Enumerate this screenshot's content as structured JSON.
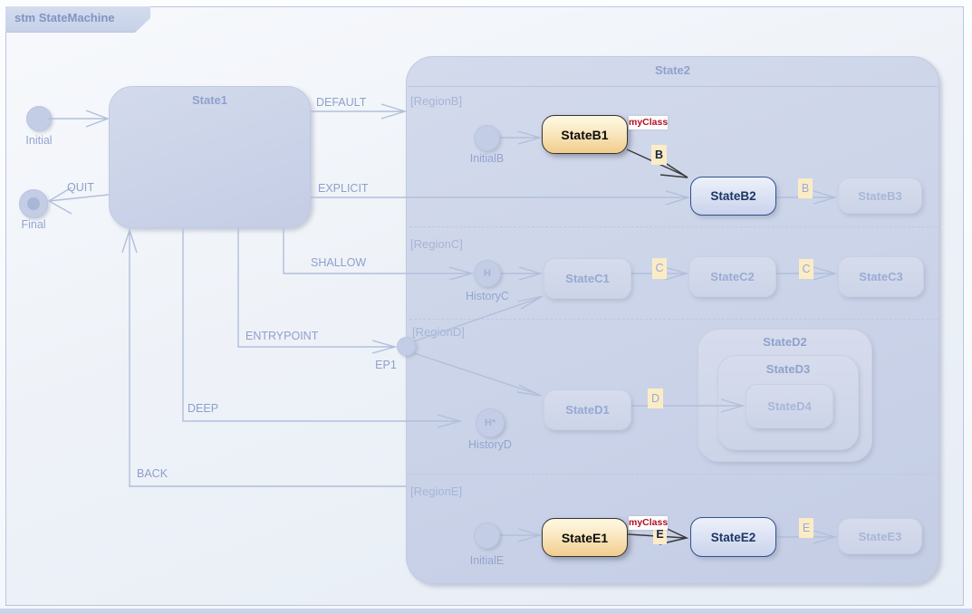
{
  "frame": {
    "title": "stm StateMachine"
  },
  "main": {
    "initial": "Initial",
    "final": "Final",
    "state1": "State1",
    "state2": "State2"
  },
  "transitions": {
    "default": "DEFAULT",
    "quit": "QUIT",
    "explicit": "EXPLICIT",
    "shallow": "SHALLOW",
    "entrypoint": "ENTRYPOINT",
    "deep": "DEEP",
    "back": "BACK"
  },
  "regionB": {
    "label": "[RegionB]",
    "initial": "InitialB",
    "stateB1": "StateB1",
    "stateB1_stereotype": "myClass",
    "trigger1": "B",
    "stateB2": "StateB2",
    "trigger2": "B",
    "stateB3": "StateB3"
  },
  "regionC": {
    "label": "[RegionC]",
    "history": "HistoryC",
    "historyGlyph": "H",
    "stateC1": "StateC1",
    "trigger1": "C",
    "stateC2": "StateC2",
    "trigger2": "C",
    "stateC3": "StateC3"
  },
  "regionD": {
    "label": "[RegionD]",
    "entryPoint": "EP1",
    "history": "HistoryD",
    "historyGlyph": "H*",
    "stateD1": "StateD1",
    "trigger1": "D",
    "stateD2": "StateD2",
    "stateD3": "StateD3",
    "stateD4": "StateD4"
  },
  "regionE": {
    "label": "[RegionE]",
    "initial": "InitialE",
    "stateE1": "StateE1",
    "stateE1_stereotype": "myClass",
    "trigger1": "E",
    "stateE2": "StateE2",
    "trigger2": "E",
    "stateE3": "StateE3"
  },
  "colors": {
    "state_fill": "#ccd4e8",
    "state_border": "#c0cae0",
    "highlight_fill_top": "#fdf6df",
    "highlight_fill_bottom": "#f1cd8e",
    "highlight_border": "#333333",
    "selected_border": "#31508e",
    "selected_text": "#1d3565",
    "stereotype_text": "#b01020",
    "trigger_bg": "#fcecc6",
    "wire": "#b2bfdb",
    "wire_dark": "#3a3a3a",
    "muted_text": "#93a5ce",
    "frame_text": "#8094c2"
  }
}
